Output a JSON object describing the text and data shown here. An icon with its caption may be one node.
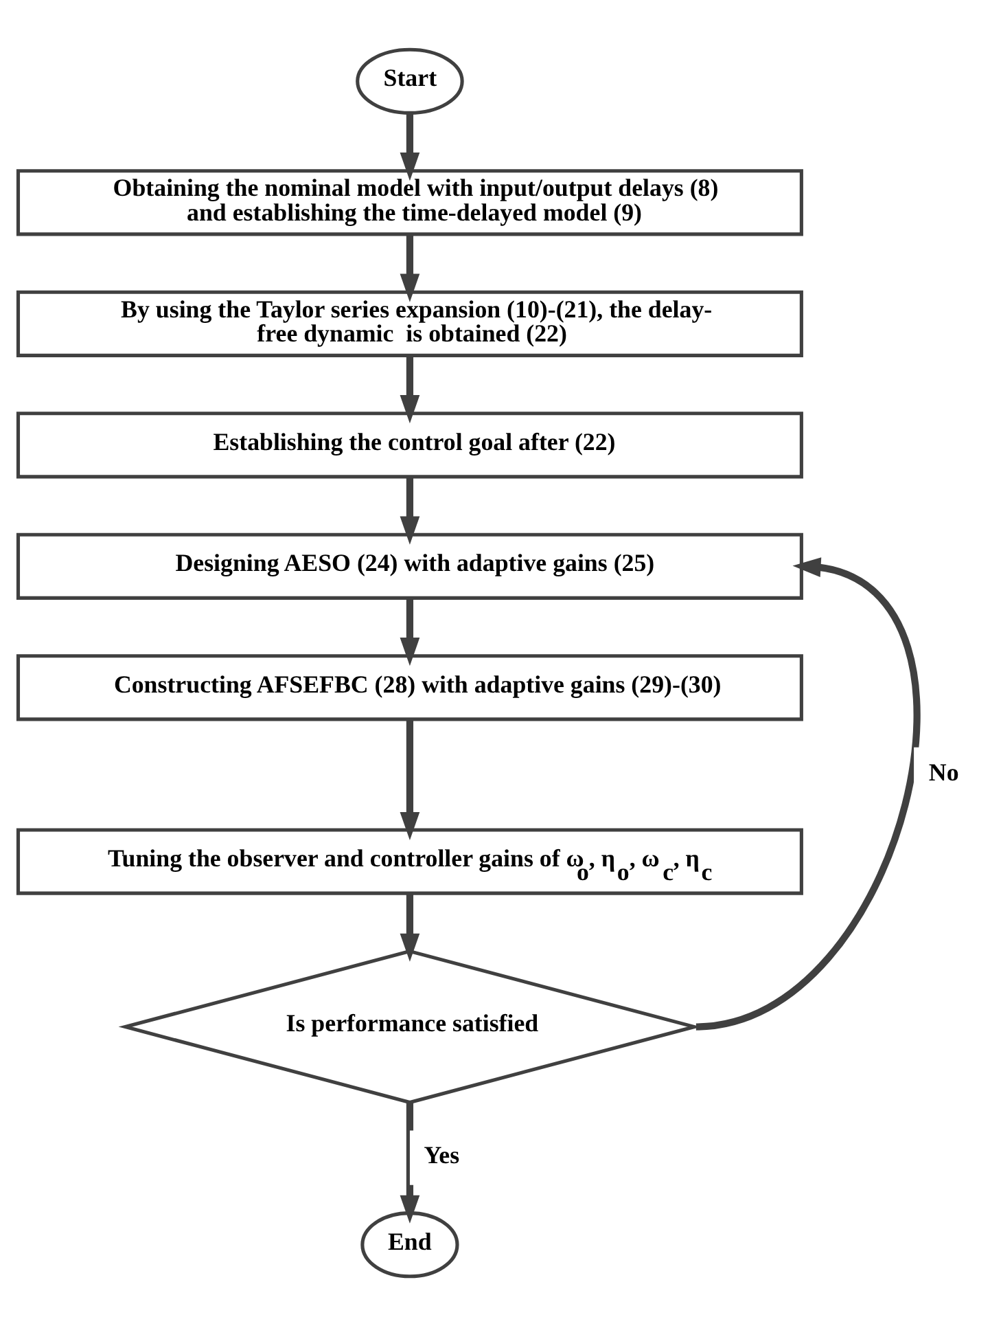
{
  "diagram": {
    "nodes": [
      {
        "text": [
          "Start"
        ]
      },
      {
        "text": [
          "Obtaining the nominal model with input/output delays (8) and establishing the time-delayed model (9)"
        ]
      },
      {
        "text": [
          "By using the Taylor series expansion (10)-(21), the delay- free dynamic  is obtained (22)"
        ]
      },
      {
        "text": [
          "Establishing the control goal after (22)"
        ]
      },
      {
        "text": [
          "Designing AESO (24) with adaptive gains (25)"
        ]
      },
      {
        "text": [
          "Constructing AFSEFBC (28) with adaptive gains (29)-(30)"
        ]
      },
      {
        "text": [
          "Tuning the observer and controller gains of ω$_{o}$, η$_{o}$, ω$_{c}$, η$_{c}$"
        ]
      },
      {
        "text": [
          "Is performance satisfied"
        ]
      },
      {
        "text": [
          "End"
        ]
      }
    ],
    "edges": [
      {
        "from": 0,
        "to": 1,
        "arrow": "to"
      },
      {
        "from": 1,
        "to": 2,
        "arrow": "to"
      },
      {
        "from": 2,
        "to": 3,
        "arrow": "to"
      },
      {
        "from": 3,
        "to": 4,
        "arrow": "to"
      },
      {
        "from": 4,
        "to": 5,
        "arrow": "to"
      },
      {
        "from": 5,
        "to": 6,
        "arrow": "to"
      },
      {
        "from": 6,
        "to": 7,
        "arrow": "to"
      },
      {
        "from": 7,
        "to": 8,
        "arrow": "to",
        "label": "Yes"
      },
      {
        "from": 7,
        "to": 4,
        "arrow": "to",
        "label": "No"
      }
    ]
  }
}
